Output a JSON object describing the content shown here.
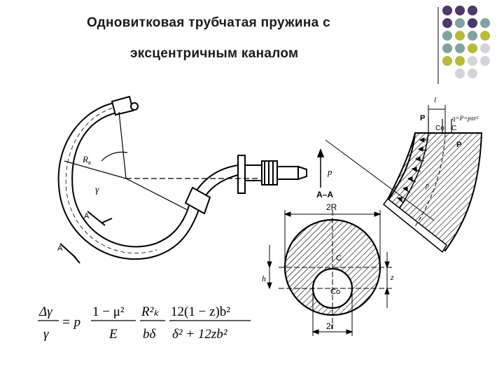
{
  "title": {
    "line1": "Одновитковая  трубчатая пружина с",
    "line2": "эксцентричным каналом"
  },
  "colors": {
    "purple": "#4b3a6b",
    "teal": "#7fa3a0",
    "olive": "#b6bb3a",
    "light": "#d3d3da",
    "divider": "#7f7f7f"
  },
  "labels": {
    "rk": "R",
    "rk_sub": "к",
    "gamma": "γ",
    "aa_left": "A",
    "aa_right": "A",
    "p_axial": "p",
    "section": "A–A",
    "two_R": "2R",
    "two_r": "2r",
    "c": "C",
    "co": "Co",
    "h": "h",
    "z": "z",
    "l": "l",
    "P": "P",
    "p_small": "p",
    "q_expr": "q=P=pπr²"
  },
  "formula": {
    "lhs_num": "Δγ",
    "lhs_den": "γ",
    "eq": "= p",
    "f1_num": "1 − μ²",
    "f1_den": "E",
    "f2_num": "R²ₖ",
    "f2_den": "bδ",
    "f3_num": "12(1 − z)b²",
    "f3_den": "δ² + 12zb²"
  }
}
